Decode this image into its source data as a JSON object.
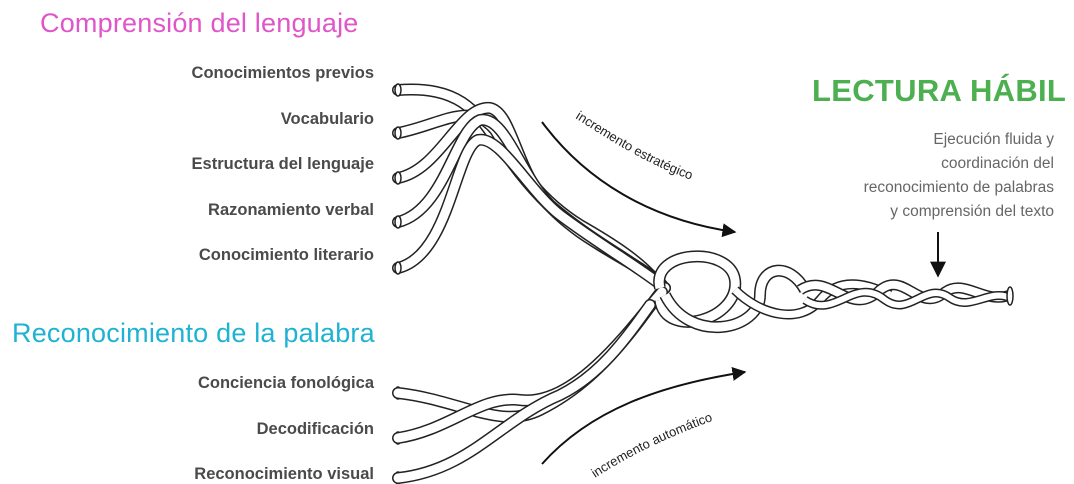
{
  "language": {
    "title": "Comprensión del lenguaje",
    "color": "#e055c8",
    "strands": [
      "Conocimientos previos",
      "Vocabulario",
      "Estructura del lenguaje",
      "Razonamiento verbal",
      "Conocimiento literario"
    ]
  },
  "word": {
    "title": "Reconocimiento de la palabra",
    "color": "#1fb3d3",
    "strands": [
      "Conciencia fonológica",
      "Decodificación",
      "Reconocimiento visual"
    ]
  },
  "arrows": {
    "strategic": "incremento estratégico",
    "automatic": "incremento automático"
  },
  "skilled": {
    "title": "LECTURA HÁBIL",
    "color": "#4caf50",
    "description": [
      "Ejecución fluida y",
      "coordinación del",
      "reconocimiento de palabras",
      "y comprensión del texto"
    ]
  }
}
